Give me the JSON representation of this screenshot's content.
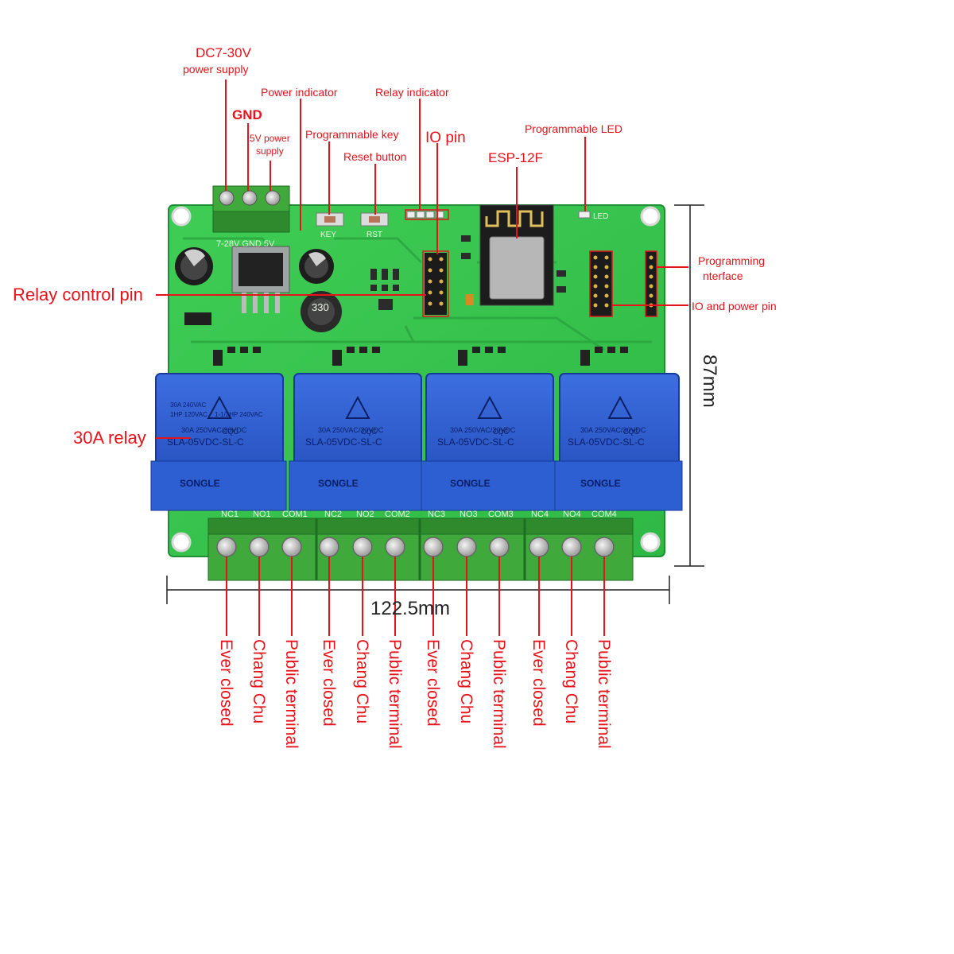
{
  "top_labels": {
    "power_supply_line1": "DC7-30V",
    "power_supply_line2": "power supply",
    "gnd": "GND",
    "five_v_line1": "5V power",
    "five_v_line2": "supply",
    "power_indicator": "Power indicator",
    "programmable_key": "Programmable key",
    "reset_button": "Reset button",
    "relay_indicator": "Relay indicator",
    "io_pin": "IO pin",
    "esp": "ESP-12F",
    "programmable_led": "Programmable LED"
  },
  "side_labels": {
    "relay_control_pin": "Relay control pin",
    "relay_30a": "30A relay",
    "programming_interface_line1": "Programming",
    "programming_interface_line2": "nterface",
    "io_and_power_pin": "IO and power pin"
  },
  "dimensions": {
    "width": "122.5mm",
    "height": "87mm"
  },
  "pcb": {
    "power_terminal_print": "7-28V GND 5V",
    "key_print": "KEY",
    "rst_print": "RST",
    "led_print": "LED",
    "inductor_print": "330",
    "relay_brand": "SONGLE",
    "relay_model": "SLA-05VDC-SL-C",
    "relay_rating1": "30A 250VAC/30VDC",
    "relay_rating2": "30A 240VAC",
    "relay_rating3": "1HP 120VAC",
    "relay_rating4": "1-1/2HP 240VAC",
    "relay_cert": "CQC",
    "terminal_labels": [
      "NC1",
      "NO1",
      "COM1",
      "NC2",
      "NO2",
      "COM2",
      "NC3",
      "NO3",
      "COM3",
      "NC4",
      "NO4",
      "COM4"
    ]
  },
  "bottom_labels": [
    "Ever closed",
    "Chang Chu",
    "Public terminal",
    "Ever closed",
    "Chang Chu",
    "Public terminal",
    "Ever closed",
    "Chang Chu",
    "Public terminal",
    "Ever closed",
    "Chang Chu",
    "Public terminal"
  ],
  "colors": {
    "annotation_red": "#e8121a",
    "pcb_green": "#33c24a",
    "relay_blue": "#2a5bd0",
    "terminal_green": "#3fa93c"
  }
}
